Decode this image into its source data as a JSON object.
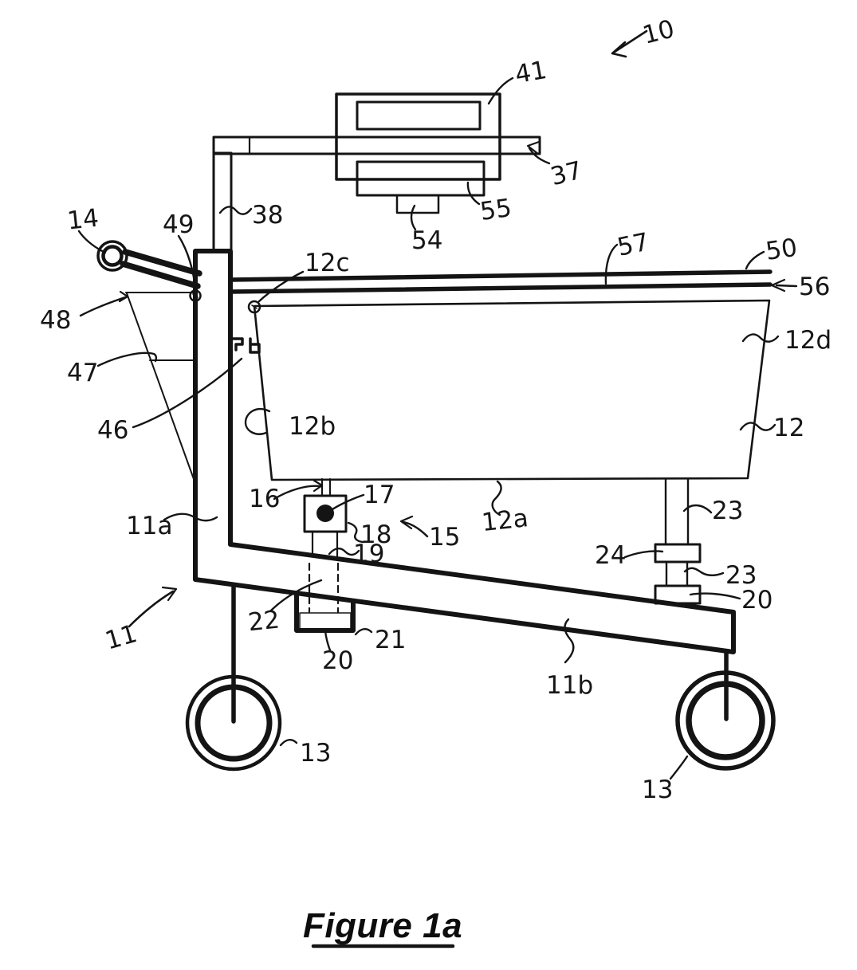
{
  "figure": {
    "type": "patent-line-drawing",
    "caption": "Figure 1a",
    "colors": {
      "ink": "#141414",
      "paper": "#ffffff"
    },
    "labels": [
      "10",
      "41",
      "37",
      "55",
      "54",
      "38",
      "14",
      "49",
      "48",
      "47",
      "46",
      "12c",
      "57",
      "50",
      "56",
      "12d",
      "12",
      "12b",
      "16",
      "17",
      "18",
      "15",
      "12a",
      "19",
      "11a",
      "11",
      "22",
      "21",
      "20",
      "23",
      "24",
      "23",
      "20",
      "11b",
      "13",
      "13"
    ]
  }
}
